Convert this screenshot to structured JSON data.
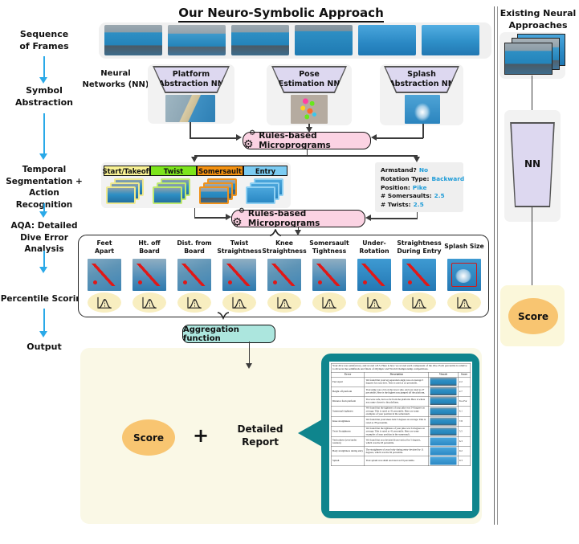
{
  "title": "Our Neuro-Symbolic Approach",
  "left_rail": {
    "steps": [
      {
        "label": "Sequence\nof Frames"
      },
      {
        "label": "Symbol\nAbstraction"
      },
      {
        "label": "Temporal\nSegmentation +\nAction Recognition"
      },
      {
        "label": "AQA: Detailed\nDive Error\nAnalysis"
      },
      {
        "label": "Percentile Scoring"
      },
      {
        "label": "Output"
      }
    ]
  },
  "pipeline": {
    "nn_group_label": "Neural\nNetworks (NN)",
    "nn_modules": [
      {
        "label": "Platform\nAbstraction NN"
      },
      {
        "label": "Pose\nEstimation NN"
      },
      {
        "label": "Splash\nAbstraction NN"
      }
    ],
    "microprograms_label": "Rules-based Microprograms",
    "segments": [
      {
        "label": "Start/Takeoff",
        "color": "#F8F193"
      },
      {
        "label": "Twist",
        "color": "#7CE41C"
      },
      {
        "label": "Somersault",
        "color": "#F49110"
      },
      {
        "label": "Entry",
        "color": "#7BCBF2"
      }
    ],
    "dive_attributes": [
      {
        "label": "Armstand?",
        "value": "No"
      },
      {
        "label": "Rotation Type:",
        "value": "Backward"
      },
      {
        "label": "Position:",
        "value": "Pike"
      },
      {
        "label": "# Somersaults:",
        "value": "2.5"
      },
      {
        "label": "# Twists:",
        "value": "2.5"
      }
    ],
    "error_factors": [
      {
        "label": "Feet\nApart"
      },
      {
        "label": "Ht. off\nBoard"
      },
      {
        "label": "Dist. from\nBoard"
      },
      {
        "label": "Twist\nStraightness"
      },
      {
        "label": "Knee\nStraightness"
      },
      {
        "label": "Somersault\nTightness"
      },
      {
        "label": "Under-\nRotation"
      },
      {
        "label": "Straightness\nDuring Entry"
      },
      {
        "label": "Splash Size"
      }
    ],
    "aggregation_label": "Aggregation function"
  },
  "output": {
    "score_label": "Score",
    "plus": "+",
    "detailed_report_label": "Detailed\nReport",
    "report": {
      "intro": "Your dive was satisfactory, and scored a 8.5. Here is how we scored each component of the dive. Each percentile is relative to dives in the semifinals and finals of Olympic and World Championship competitions.",
      "columns": [
        "Error",
        "Description",
        "Visuals",
        "Score"
      ],
      "rows": [
        {
          "error": "Feet Apart",
          "description": "We found that your leg separation angle was on average 5 degrees for your dive. This is rated as 22 percentile.",
          "score": "2.2"
        },
        {
          "error": "Height off platform",
          "description": "Your jump was a bit on the lower side, and was rated as 27 percentile. Here is the highest you jumped off the platform.",
          "score": "2.7"
        },
        {
          "error": "Distance from platform",
          "description": "You were safe, but too far from the platform. Here is where you came closest to the platform.",
          "score": "Too Far"
        },
        {
          "error": "Somersault tightness",
          "description": "We found that the tightness of your pike was 54 degrees on average. This is rated as 41 percentile. Here are some examples of your position in the somersault.",
          "score": "4.1"
        },
        {
          "error": "Knee straightness",
          "description": "We found that your knees bent 5 degrees on average. This is rated as 78 percentile.",
          "score": "7.8"
        },
        {
          "error": "Twist Straightness",
          "description": "We found that the tightness of your pike was 54 degrees on average. This is rated as 41 percentile. Here are some examples of your position in the somersault.",
          "score": "5.5"
        },
        {
          "error": "Verticalness (over/under rotation)",
          "description": "We found that you deviated from vertical by 5 degrees, which was the 63 percentile.",
          "score": "6.3"
        },
        {
          "error": "Body straightness during entry",
          "description": "The straightness of your body during entry deviated by 11 degrees, which was the 92 percentile.",
          "score": "9.2"
        },
        {
          "error": "Splash",
          "description": "Your splash was small and rated as 93 percentile.",
          "score": "9.3"
        }
      ]
    }
  },
  "right_panel": {
    "title": "Existing Neural\nApproaches",
    "nn_label": "NN",
    "score_label": "Score"
  },
  "colors": {
    "flow_arrow_blue": "#2AA9E8",
    "microprograms_pink": "#FBD3E3",
    "nn_trapezoid_lavender": "#DDD8F0",
    "aggregation_teal": "#ACE6DE",
    "callout_teal": "#0F858D",
    "output_cream": "#FAF8E6",
    "score_orange": "#F8C571",
    "percentile_ellipse_yellow": "#F8EEC0",
    "attribute_value_blue": "#1E9CD8"
  }
}
